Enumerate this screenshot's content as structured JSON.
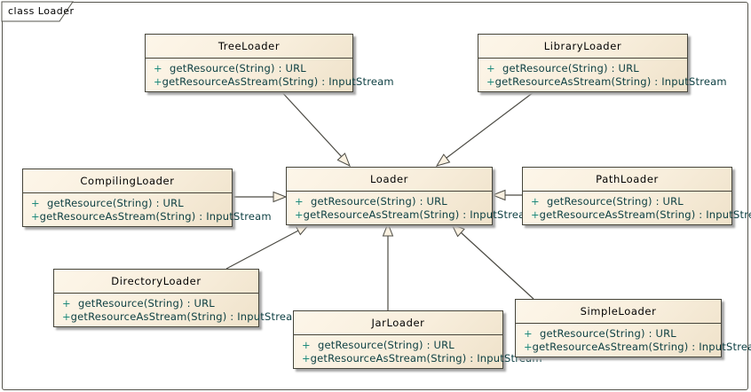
{
  "frame": {
    "label": "class Loader"
  },
  "classes": [
    {
      "name": "TreeLoader",
      "methods": [
        {
          "vis": "+",
          "sig": "getResource(String) : URL"
        },
        {
          "vis": "+",
          "sig": "getResourceAsStream(String) : InputStream"
        }
      ]
    },
    {
      "name": "LibraryLoader",
      "methods": [
        {
          "vis": "+",
          "sig": "getResource(String) : URL"
        },
        {
          "vis": "+",
          "sig": "getResourceAsStream(String) : InputStream"
        }
      ]
    },
    {
      "name": "CompilingLoader",
      "methods": [
        {
          "vis": "+",
          "sig": "getResource(String) : URL"
        },
        {
          "vis": "+",
          "sig": "getResourceAsStream(String) : InputStream"
        }
      ]
    },
    {
      "name": "Loader",
      "methods": [
        {
          "vis": "+",
          "sig": "getResource(String) : URL"
        },
        {
          "vis": "+",
          "sig": "getResourceAsStream(String) : InputStream"
        }
      ]
    },
    {
      "name": "PathLoader",
      "methods": [
        {
          "vis": "+",
          "sig": "getResource(String) : URL"
        },
        {
          "vis": "+",
          "sig": "getResourceAsStream(String) : InputStream"
        }
      ]
    },
    {
      "name": "DirectoryLoader",
      "methods": [
        {
          "vis": "+",
          "sig": "getResource(String) : URL"
        },
        {
          "vis": "+",
          "sig": "getResourceAsStream(String) : InputStream"
        }
      ]
    },
    {
      "name": "JarLoader",
      "methods": [
        {
          "vis": "+",
          "sig": "getResource(String) : URL"
        },
        {
          "vis": "+",
          "sig": "getResourceAsStream(String) : InputStream"
        }
      ]
    },
    {
      "name": "SimpleLoader",
      "methods": [
        {
          "vis": "+",
          "sig": "getResource(String) : URL"
        },
        {
          "vis": "+",
          "sig": "getResourceAsStream(String) : InputStream"
        }
      ]
    }
  ],
  "relations": [
    {
      "from": "TreeLoader",
      "to": "Loader",
      "type": "generalization"
    },
    {
      "from": "LibraryLoader",
      "to": "Loader",
      "type": "generalization"
    },
    {
      "from": "CompilingLoader",
      "to": "Loader",
      "type": "generalization"
    },
    {
      "from": "PathLoader",
      "to": "Loader",
      "type": "generalization"
    },
    {
      "from": "DirectoryLoader",
      "to": "Loader",
      "type": "generalization"
    },
    {
      "from": "JarLoader",
      "to": "Loader",
      "type": "generalization"
    },
    {
      "from": "SimpleLoader",
      "to": "Loader",
      "type": "generalization"
    }
  ],
  "colors": {
    "box_fill": "#f9f0de",
    "box_border": "#45443a",
    "shadow": "#a5a5a5",
    "method_text": "#0e4043",
    "visibility": "#1f8a7c",
    "connector": "#4c4b44"
  }
}
